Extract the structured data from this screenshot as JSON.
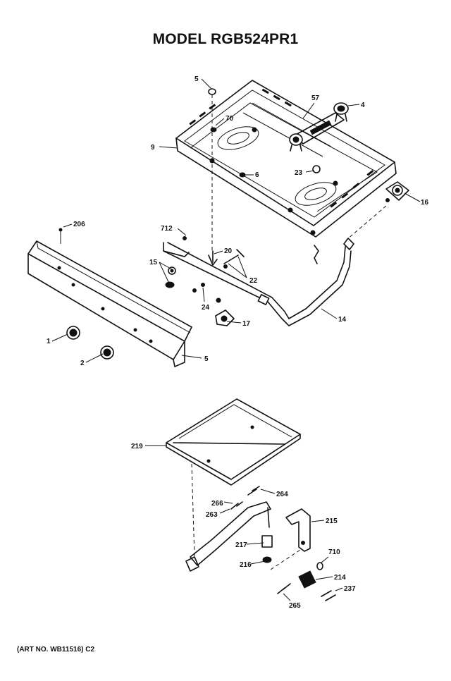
{
  "title": "MODEL RGB524PR1",
  "art_no": "(ART NO. WB11516) C2",
  "parts": [
    {
      "id": "p5a",
      "label": "5"
    },
    {
      "id": "p57",
      "label": "57"
    },
    {
      "id": "p4",
      "label": "4"
    },
    {
      "id": "p70",
      "label": "70"
    },
    {
      "id": "p9",
      "label": "9"
    },
    {
      "id": "p23",
      "label": "23"
    },
    {
      "id": "p6",
      "label": "6"
    },
    {
      "id": "p16",
      "label": "16"
    },
    {
      "id": "p206",
      "label": "206"
    },
    {
      "id": "p712",
      "label": "712"
    },
    {
      "id": "p20",
      "label": "20"
    },
    {
      "id": "p15",
      "label": "15"
    },
    {
      "id": "p22",
      "label": "22"
    },
    {
      "id": "p24",
      "label": "24"
    },
    {
      "id": "p17",
      "label": "17"
    },
    {
      "id": "p14",
      "label": "14"
    },
    {
      "id": "p1",
      "label": "1"
    },
    {
      "id": "p2",
      "label": "2"
    },
    {
      "id": "p5b",
      "label": "5"
    },
    {
      "id": "p219",
      "label": "219"
    },
    {
      "id": "p264",
      "label": "264"
    },
    {
      "id": "p266",
      "label": "266"
    },
    {
      "id": "p263",
      "label": "263"
    },
    {
      "id": "p215",
      "label": "215"
    },
    {
      "id": "p217",
      "label": "217"
    },
    {
      "id": "p710",
      "label": "710"
    },
    {
      "id": "p216",
      "label": "216"
    },
    {
      "id": "p214",
      "label": "214"
    },
    {
      "id": "p237",
      "label": "237"
    },
    {
      "id": "p265",
      "label": "265"
    }
  ]
}
